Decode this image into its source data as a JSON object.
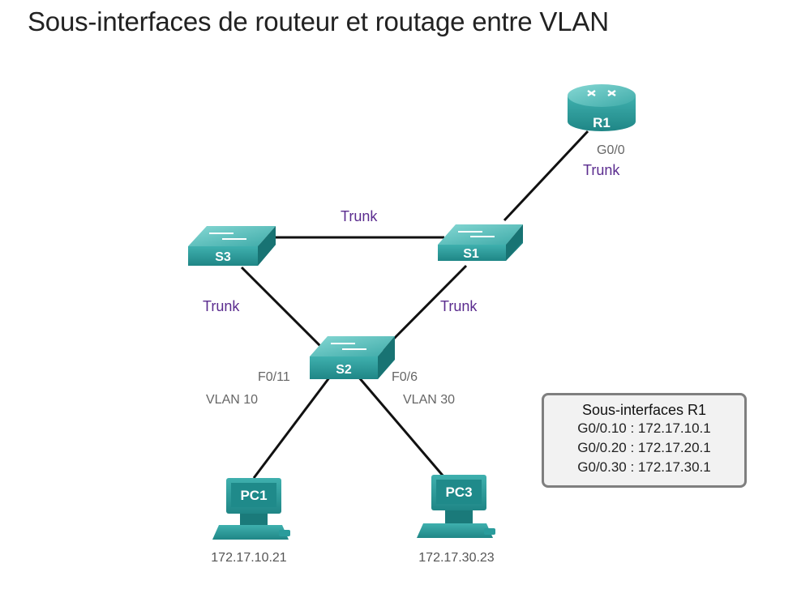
{
  "title": "Sous-interfaces de routeur et routage entre VLAN",
  "colors": {
    "device": "#2a9c9c",
    "device_top": "#5cc3c0",
    "trunk": "#5b2c8f",
    "link": "#111111"
  },
  "devices": {
    "r1": {
      "label": "R1",
      "icon": "router-icon"
    },
    "s1": {
      "label": "S1",
      "icon": "switch-icon"
    },
    "s2": {
      "label": "S2",
      "icon": "switch-icon"
    },
    "s3": {
      "label": "S3",
      "icon": "switch-icon"
    },
    "pc1": {
      "label": "PC1",
      "icon": "pc-icon",
      "ip": "172.17.10.21"
    },
    "pc3": {
      "label": "PC3",
      "icon": "pc-icon",
      "ip": "172.17.30.23"
    }
  },
  "links": {
    "r1_s1": {
      "interface": "G0/0",
      "mode": "Trunk"
    },
    "s1_s3": {
      "mode": "Trunk"
    },
    "s3_s2": {
      "mode": "Trunk"
    },
    "s1_s2": {
      "mode": "Trunk"
    },
    "s2_pc1": {
      "interface": "F0/11",
      "vlan": "VLAN 10"
    },
    "s2_pc3": {
      "interface": "F0/6",
      "vlan": "VLAN 30"
    }
  },
  "subinterfaces": {
    "title": "Sous-interfaces R1",
    "rows": [
      "G0/0.10 : 172.17.10.1",
      "G0/0.20 : 172.17.20.1",
      "G0/0.30 : 172.17.30.1"
    ]
  }
}
